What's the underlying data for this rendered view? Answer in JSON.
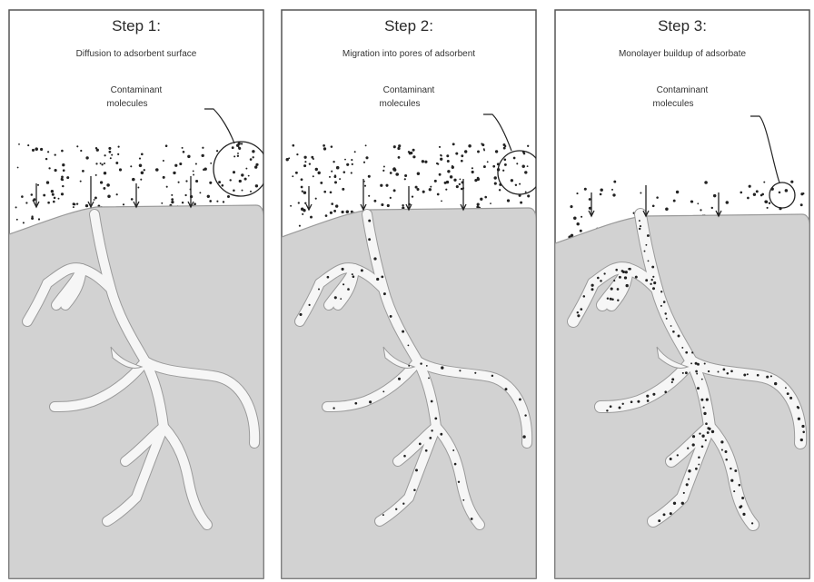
{
  "panels": [
    {
      "id": "step-1",
      "title": "Step 1:",
      "subtitle": "Diffusion to adsorbent surface",
      "callout_line1": "Contaminant",
      "callout_line2": "molecules",
      "pore_fill": "empty"
    },
    {
      "id": "step-2",
      "title": "Step 2:",
      "subtitle": "Migration into pores of adsorbent",
      "callout_line1": "Contaminant",
      "callout_line2": "molecules",
      "pore_fill": "sparse"
    },
    {
      "id": "step-3",
      "title": "Step 3:",
      "subtitle": "Monolayer buildup of adsorbate",
      "callout_line1": "Contaminant",
      "callout_line2": "molecules",
      "pore_fill": "dense"
    }
  ],
  "colors": {
    "adsorbent_fill": "#d2d2d2",
    "adsorbent_stroke": "#9a9a9a",
    "pore_fill": "#f6f6f6",
    "panel_border": "#555555",
    "molecule": "#222222",
    "text": "#2a2a2a"
  }
}
